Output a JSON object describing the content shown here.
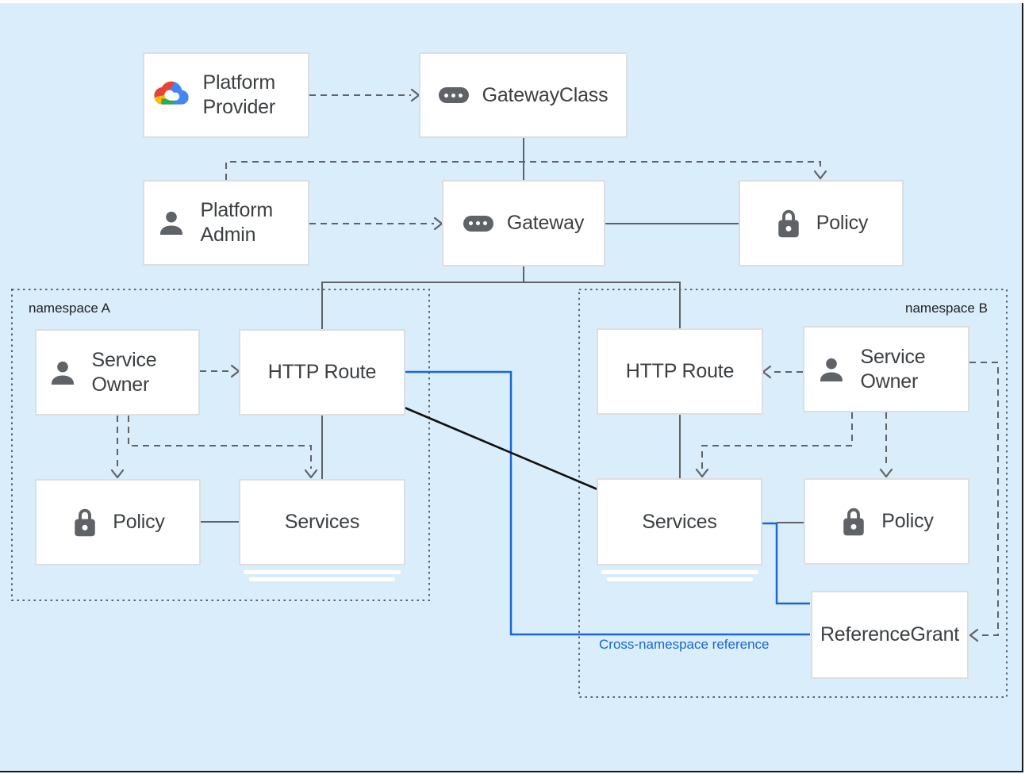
{
  "diagram": {
    "background_color": "#d9edfb",
    "colors": {
      "connector_gray": "#5f6368",
      "cross_namespace_blue": "#1967d2",
      "direct_reference_black": "#111111",
      "box_border": "#dcdee1",
      "label_text": "#3c4043",
      "google_cloud_logo": [
        "#ea4335",
        "#4285f4",
        "#fbbc04",
        "#34a853"
      ]
    },
    "nodes": {
      "platform_provider": {
        "label": "Platform Provider",
        "icon": "google-cloud-icon"
      },
      "gateway_class": {
        "label": "GatewayClass",
        "icon": "resource-chip-icon"
      },
      "platform_admin": {
        "label": "Platform Admin",
        "icon": "person-icon"
      },
      "gateway": {
        "label": "Gateway",
        "icon": "resource-chip-icon"
      },
      "policy_global": {
        "label": "Policy",
        "icon": "lock-icon"
      }
    },
    "namespace_a": {
      "label": "namespace A",
      "nodes": {
        "service_owner": {
          "label": "Service Owner",
          "icon": "person-icon"
        },
        "http_route": {
          "label": "HTTP Route"
        },
        "policy": {
          "label": "Policy",
          "icon": "lock-icon"
        },
        "services": {
          "label": "Services"
        }
      }
    },
    "namespace_b": {
      "label": "namespace B",
      "nodes": {
        "http_route": {
          "label": "HTTP Route"
        },
        "service_owner": {
          "label": "Service Owner",
          "icon": "person-icon"
        },
        "services": {
          "label": "Services"
        },
        "policy": {
          "label": "Policy",
          "icon": "lock-icon"
        },
        "reference_grant": {
          "label": "ReferenceGrant"
        }
      }
    },
    "annotations": {
      "cross_namespace": {
        "label": "Cross-namespace reference",
        "color": "#1967d2"
      }
    }
  }
}
